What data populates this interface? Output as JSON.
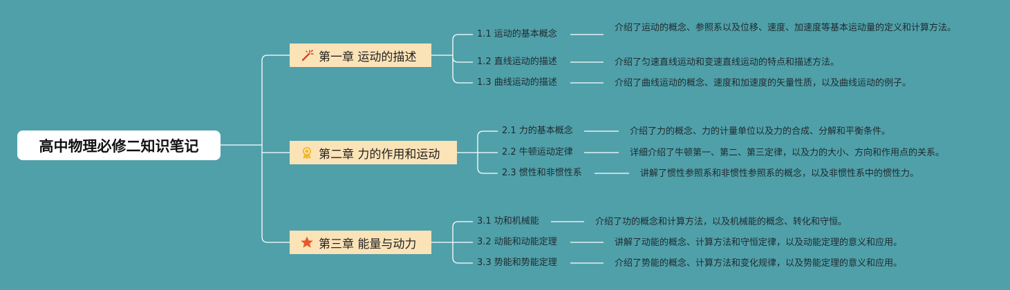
{
  "root": {
    "label": "高中物理必修二知识笔记"
  },
  "chapters": [
    {
      "label": "第一章 运动的描述",
      "icon": "magic-wand-icon",
      "icon_color": "#d0442b",
      "sections": [
        {
          "label": "1.1 运动的基本概念",
          "desc": "介绍了运动的概念、参照系以及位移、速度、加速度等基本运动量的定义和计算方法。"
        },
        {
          "label": "1.2 直线运动的描述",
          "desc": "介绍了匀速直线运动和变速直线运动的特点和描述方法。"
        },
        {
          "label": "1.3 曲线运动的描述",
          "desc": "介绍了曲线运动的概念、速度和加速度的矢量性质，以及曲线运动的例子。"
        }
      ]
    },
    {
      "label": "第二章 力的作用和运动",
      "icon": "award-medal-icon",
      "icon_color": "#f2b632",
      "sections": [
        {
          "label": "2.1 力的基本概念",
          "desc": "介绍了力的概念、力的计量单位以及力的合成、分解和平衡条件。"
        },
        {
          "label": "2.2 牛顿运动定律",
          "desc": "详细介绍了牛顿第一、第二、第三定律，以及力的大小、方向和作用点的关系。"
        },
        {
          "label": "2.3 惯性和非惯性系",
          "desc": "讲解了惯性参照系和非惯性参照系的概念，以及非惯性系中的惯性力。"
        }
      ]
    },
    {
      "label": "第三章 能量与动力",
      "icon": "star-icon",
      "icon_color": "#e8582a",
      "sections": [
        {
          "label": "3.1 功和机械能",
          "desc": "介绍了功的概念和计算方法，以及机械能的概念、转化和守恒。"
        },
        {
          "label": "3.2 动能和动能定理",
          "desc": "讲解了动能的概念、计算方法和守恒定律，以及动能定理的意义和应用。"
        },
        {
          "label": "3.3 势能和势能定理",
          "desc": "介绍了势能的概念、计算方法和变化规律，以及势能定理的意义和应用。"
        }
      ]
    }
  ]
}
